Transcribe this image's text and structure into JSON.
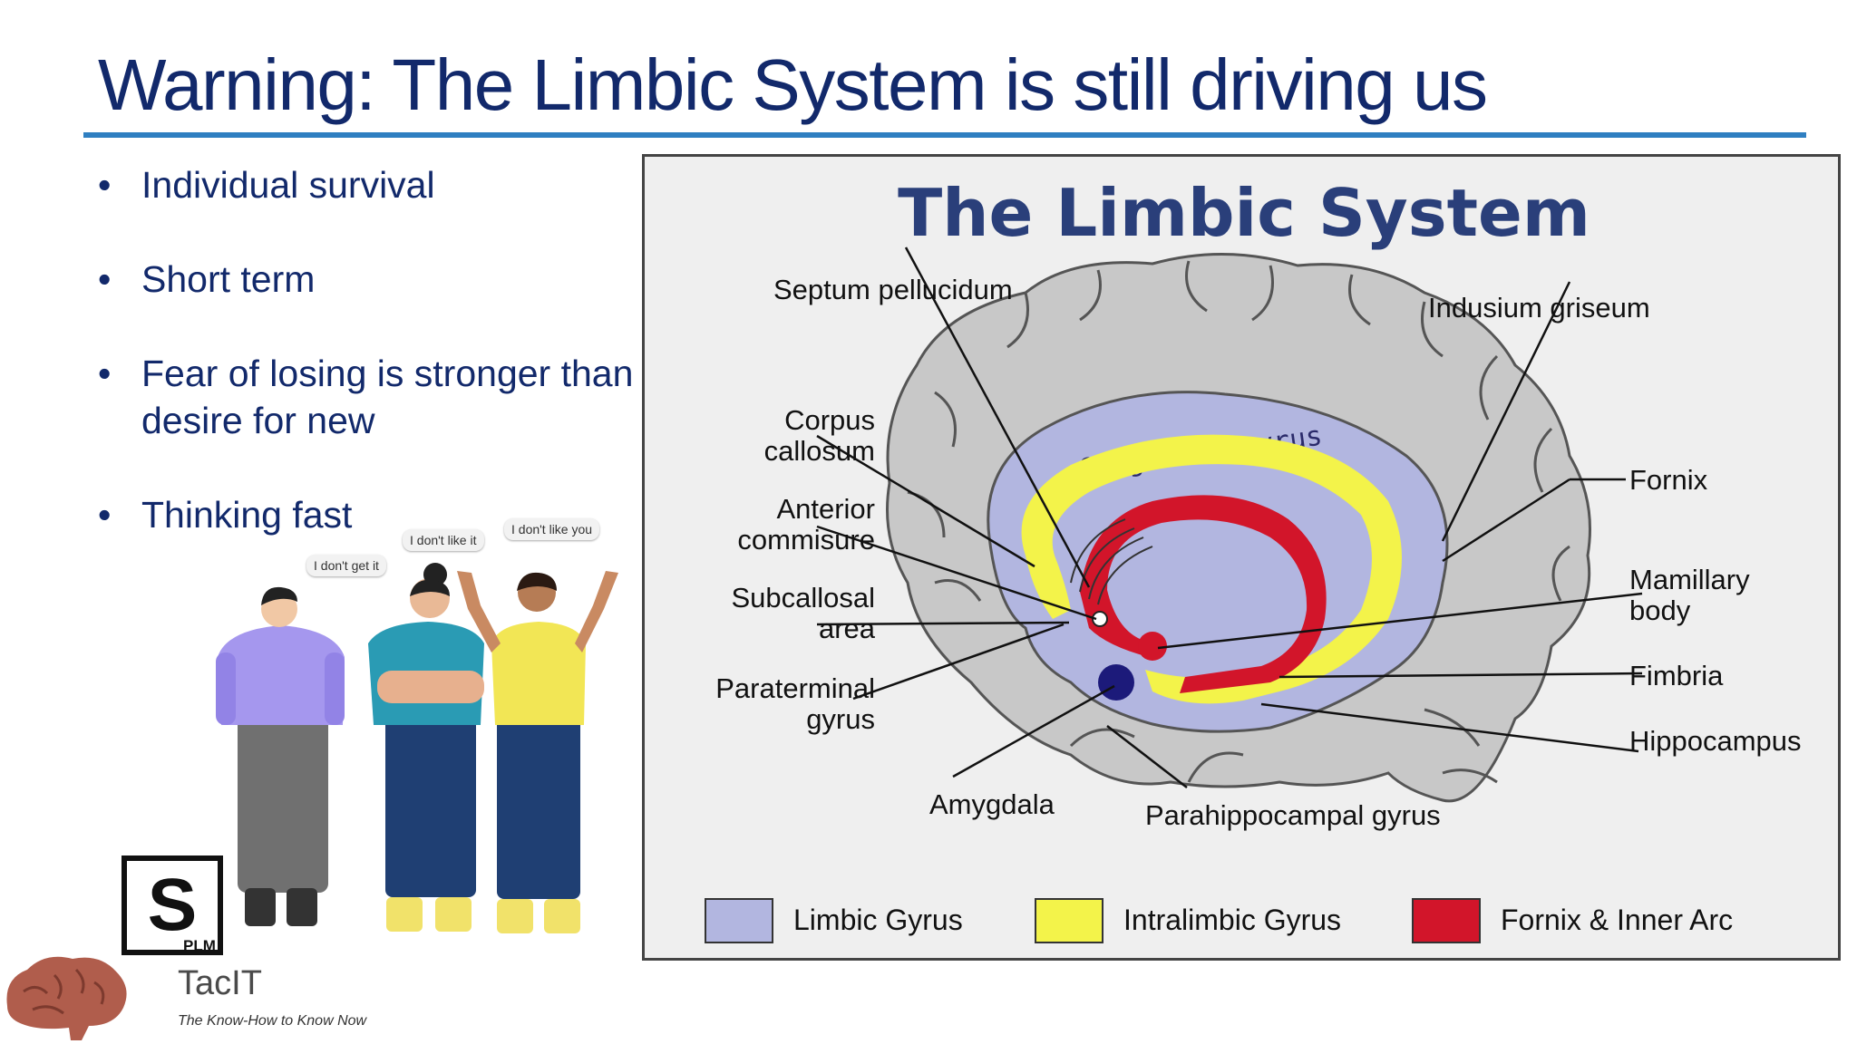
{
  "slide": {
    "title": "Warning: The Limbic System is still driving us",
    "bullets": [
      "Individual survival",
      "Short term",
      "Fear of losing is stronger than desire for new",
      "Thinking fast"
    ],
    "bullet_glyph": "•"
  },
  "people_illustration": {
    "speech_bubbles": [
      "I don't get it",
      "I don't like it",
      "I don't like you"
    ]
  },
  "branding": {
    "logo_letter": "S",
    "logo_sub": "PLM",
    "name": "TacIT",
    "tagline": "The Know-How to Know Now"
  },
  "diagram": {
    "title": "The Limbic System",
    "gyrus_text": "Cingulate gyrus",
    "labels_left": [
      "Corpus callosum",
      "Anterior commisure",
      "Subcallosal area",
      "Paraterminal gyrus"
    ],
    "labels": {
      "septum": "Septum pellucidum",
      "indusium": "Indusium griseum",
      "corpus": "Corpus callosum",
      "anterior": "Anterior commisure",
      "subcallosal": "Subcallosal area",
      "paraterminal": "Paraterminal gyrus",
      "amygdala": "Amygdala",
      "parahippocampal": "Parahippocampal gyrus",
      "fornix": "Fornix",
      "mamillary": "Mamillary body",
      "fimbria": "Fimbria",
      "hippocampus": "Hippocampus"
    },
    "legend": [
      {
        "label": "Limbic Gyrus",
        "color": "#b2b6e0"
      },
      {
        "label": "Intralimbic Gyrus",
        "color": "#f3f34a"
      },
      {
        "label": "Fornix & Inner Arc",
        "color": "#d2152a"
      }
    ]
  },
  "colors": {
    "title": "#12296b",
    "rule": "#2f7fc1",
    "brain": "#c8c8c8",
    "limbic": "#b2b6e0",
    "intralimbic": "#f3f34a",
    "fornix": "#d2152a",
    "amygdala": "#1c1a7a"
  }
}
